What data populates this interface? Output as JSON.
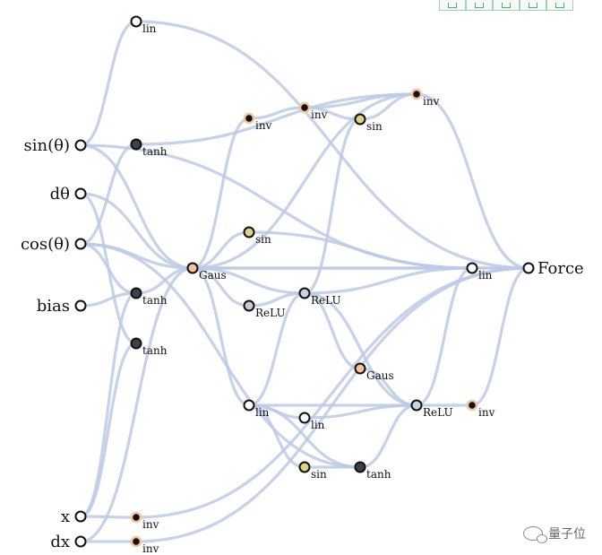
{
  "toolbar": {
    "icons": [
      "share-icon",
      "expand-icon",
      "home-icon",
      "window-icon",
      "settings-icon"
    ]
  },
  "watermark": {
    "text": "量子位"
  },
  "colors": {
    "edge": "#bcc9e6",
    "node_stroke": "#111111",
    "white": "#ffffff",
    "dark": "#3d4246",
    "orange": "#f3c49a",
    "yellow": "#dcd28a",
    "blue": "#c8d4de",
    "grey": "#c6ccd2"
  },
  "nodes": [
    {
      "id": "in_sin",
      "label": "sin(θ)",
      "kind": "input"
    },
    {
      "id": "in_dth",
      "label": "dθ",
      "kind": "input"
    },
    {
      "id": "in_cos",
      "label": "cos(θ)",
      "kind": "input"
    },
    {
      "id": "in_bias",
      "label": "bias",
      "kind": "input"
    },
    {
      "id": "in_x",
      "label": "x",
      "kind": "input"
    },
    {
      "id": "in_dx",
      "label": "dx",
      "kind": "input"
    },
    {
      "id": "lin_top",
      "label": "lin",
      "kind": "white"
    },
    {
      "id": "tanh1",
      "label": "tanh",
      "kind": "dark"
    },
    {
      "id": "tanh2",
      "label": "tanh",
      "kind": "dark"
    },
    {
      "id": "tanh3",
      "label": "tanh",
      "kind": "dark"
    },
    {
      "id": "gaus1",
      "label": "Gaus",
      "kind": "orange"
    },
    {
      "id": "inv1",
      "label": "inv",
      "kind": "inv"
    },
    {
      "id": "inv2",
      "label": "inv",
      "kind": "inv"
    },
    {
      "id": "inv3",
      "label": "inv",
      "kind": "inv"
    },
    {
      "id": "sin1",
      "label": "sin",
      "kind": "yellow"
    },
    {
      "id": "sin2",
      "label": "sin",
      "kind": "yellow"
    },
    {
      "id": "relu1",
      "label": "ReLU",
      "kind": "grey"
    },
    {
      "id": "relu2",
      "label": "ReLU",
      "kind": "blue"
    },
    {
      "id": "gaus2",
      "label": "Gaus",
      "kind": "orange"
    },
    {
      "id": "relu3",
      "label": "ReLU",
      "kind": "blue"
    },
    {
      "id": "inv4",
      "label": "inv",
      "kind": "inv"
    },
    {
      "id": "lin_mid",
      "label": "lin",
      "kind": "white"
    },
    {
      "id": "lin_low",
      "label": "lin",
      "kind": "white"
    },
    {
      "id": "lin_small",
      "label": "lin",
      "kind": "white"
    },
    {
      "id": "sin3",
      "label": "sin",
      "kind": "yellow"
    },
    {
      "id": "tanh4",
      "label": "tanh",
      "kind": "dark"
    },
    {
      "id": "inv_x",
      "label": "inv",
      "kind": "inv"
    },
    {
      "id": "inv_dx",
      "label": "inv",
      "kind": "inv"
    },
    {
      "id": "out_force",
      "label": "Force",
      "kind": "output"
    }
  ],
  "edges": [
    [
      "in_sin",
      "lin_top"
    ],
    [
      "lin_top",
      "out_force"
    ],
    [
      "in_sin",
      "gaus1"
    ],
    [
      "in_sin",
      "lin_mid"
    ],
    [
      "in_dth",
      "gaus1"
    ],
    [
      "in_dth",
      "tanh3"
    ],
    [
      "in_cos",
      "tanh1"
    ],
    [
      "in_cos",
      "gaus1"
    ],
    [
      "in_cos",
      "tanh2"
    ],
    [
      "in_cos",
      "tanh4"
    ],
    [
      "in_bias",
      "tanh2"
    ],
    [
      "in_x",
      "tanh3"
    ],
    [
      "in_x",
      "inv_x"
    ],
    [
      "in_x",
      "tanh2"
    ],
    [
      "in_dx",
      "inv_dx"
    ],
    [
      "in_dx",
      "gaus1"
    ],
    [
      "inv_x",
      "out_force"
    ],
    [
      "inv_dx",
      "out_force"
    ],
    [
      "tanh1",
      "inv3"
    ],
    [
      "tanh2",
      "gaus1"
    ],
    [
      "gaus1",
      "inv1"
    ],
    [
      "gaus1",
      "inv3"
    ],
    [
      "gaus1",
      "sin2"
    ],
    [
      "gaus1",
      "relu2"
    ],
    [
      "gaus1",
      "relu1"
    ],
    [
      "gaus1",
      "lin_low"
    ],
    [
      "gaus1",
      "lin_mid"
    ],
    [
      "gaus1",
      "out_force"
    ],
    [
      "inv1",
      "inv2"
    ],
    [
      "inv2",
      "sin1"
    ],
    [
      "inv2",
      "inv3"
    ],
    [
      "sin1",
      "inv3"
    ],
    [
      "sin1",
      "relu2"
    ],
    [
      "inv3",
      "out_force"
    ],
    [
      "sin2",
      "lin_mid"
    ],
    [
      "relu1",
      "relu2"
    ],
    [
      "relu2",
      "lin_mid"
    ],
    [
      "relu2",
      "gaus2"
    ],
    [
      "relu2",
      "relu3"
    ],
    [
      "relu2",
      "lin_low"
    ],
    [
      "gaus2",
      "relu3"
    ],
    [
      "relu3",
      "lin_mid"
    ],
    [
      "relu3",
      "inv4"
    ],
    [
      "inv4",
      "out_force"
    ],
    [
      "lin_low",
      "lin_small"
    ],
    [
      "lin_low",
      "sin3"
    ],
    [
      "lin_low",
      "tanh4"
    ],
    [
      "lin_low",
      "relu3"
    ],
    [
      "lin_small",
      "relu3"
    ],
    [
      "sin3",
      "tanh4"
    ],
    [
      "tanh4",
      "relu3"
    ],
    [
      "lin_mid",
      "out_force"
    ]
  ]
}
